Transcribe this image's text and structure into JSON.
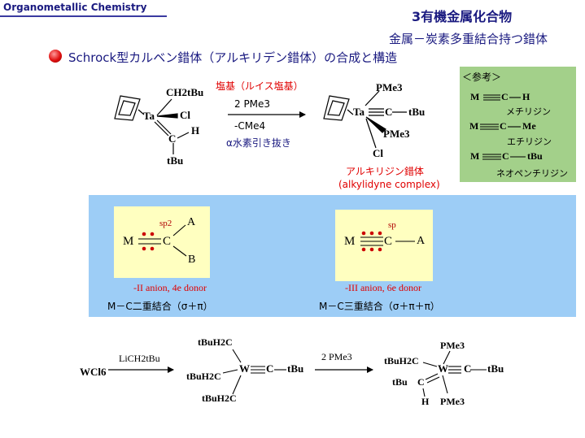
{
  "header": {
    "title": "Organometallic Chemistry"
  },
  "slide": {
    "title": "3有機金属化合物",
    "subtitle": "金属－炭素多重結合持つ錯体",
    "heading": "Schrock型カルベン錯体（アルキリデン錯体）の合成と構造"
  },
  "reaction1": {
    "reactant": {
      "ch2tbu": "CH2tBu",
      "ta": "Ta",
      "cl": "Cl",
      "c": "C",
      "h": "H",
      "tbu": "tBu"
    },
    "base_label": "塩基（ルイス塩基）",
    "reagent_above": "2 PMe3",
    "reagent_below": "-CMe4",
    "mechanism": "α水素引き抜き",
    "product": {
      "pme3_top": "PMe3",
      "ta": "Ta",
      "c": "C",
      "tbu": "tBu",
      "pme3_right": "PMe3",
      "cl": "Cl"
    },
    "product_name": "アルキリジン錯体",
    "product_name_en": "(alkylidyne complex)"
  },
  "reference": {
    "title": "＜参考＞",
    "items": [
      {
        "m": "M",
        "c": "C",
        "sub": "H",
        "name": "メチリジン"
      },
      {
        "m": "M",
        "c": "C",
        "sub": "Me",
        "name": "エチリジン"
      },
      {
        "m": "M",
        "c": "C",
        "sub": "tBu",
        "name": "ネオペンチリジン"
      }
    ]
  },
  "bonding": {
    "carbene": {
      "m": "M",
      "c": "C",
      "a": "A",
      "b": "B",
      "hyb": "sp2",
      "donor": "-II anion, 4e donor",
      "bond": "M－C二重結合（σ＋π）"
    },
    "carbyne": {
      "m": "M",
      "c": "C",
      "a": "A",
      "hyb": "sp",
      "donor": "-III anion, 6e donor",
      "bond": "M－C三重結合（σ＋π＋π）"
    }
  },
  "reaction2": {
    "start": "WCl6",
    "reagent1": "LiCH2tBu",
    "intermediate": {
      "top": "tBuH2C",
      "left": "tBuH2C",
      "bottom": "tBuH2C",
      "w": "W",
      "c": "C",
      "tbu": "tBu"
    },
    "reagent2": "2 PMe3",
    "product": {
      "pme3_top": "PMe3",
      "tbuh2c": "tBuH2C",
      "tbu_c": "tBu",
      "c_left": "C",
      "h": "H",
      "w": "W",
      "c": "C",
      "tbu": "tBu",
      "pme3_bottom": "PMe3"
    }
  }
}
